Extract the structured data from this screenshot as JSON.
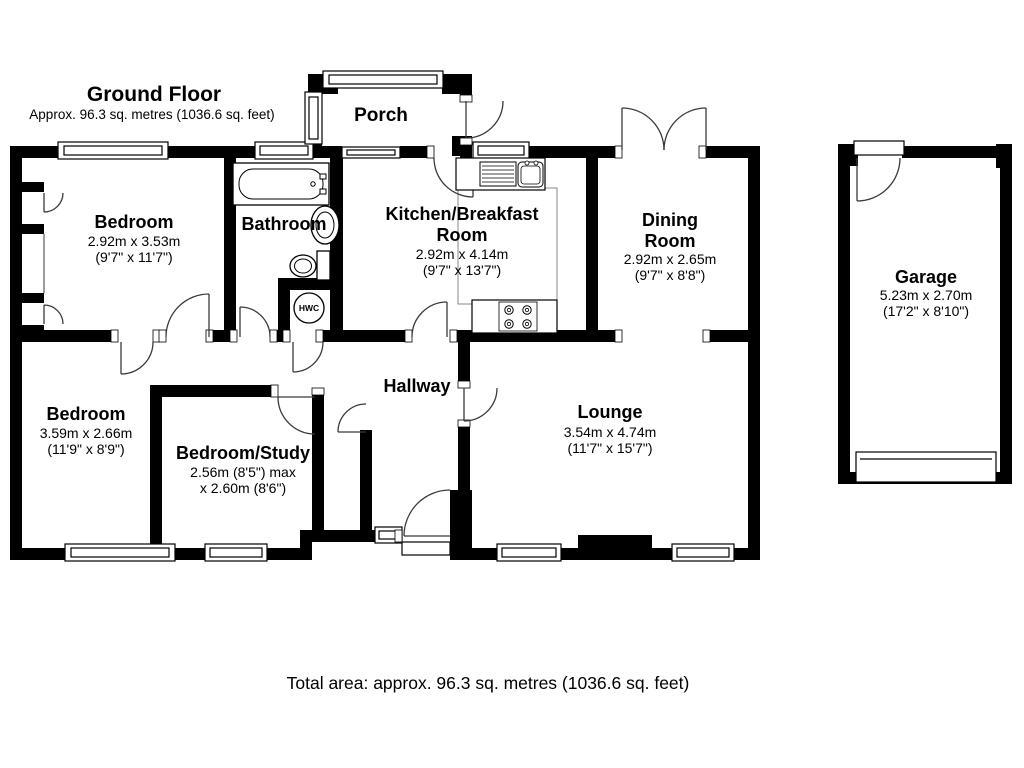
{
  "header": {
    "title": "Ground Floor",
    "subtitle": "Approx. 96.3 sq. metres (1036.6 sq. feet)"
  },
  "footer": {
    "total_area": "Total area: approx. 96.3 sq. metres (1036.6 sq. feet)"
  },
  "rooms": {
    "bedroom1": {
      "name": "Bedroom",
      "metric": "2.92m x 3.53m",
      "imperial": "(9'7\" x 11'7\")"
    },
    "bathroom": {
      "name": "Bathroom"
    },
    "kitchen": {
      "name_line1": "Kitchen/Breakfast",
      "name_line2": "Room",
      "metric": "2.92m x 4.14m",
      "imperial": "(9'7\" x 13'7\")"
    },
    "dining": {
      "name_line1": "Dining",
      "name_line2": "Room",
      "metric": "2.92m x 2.65m",
      "imperial": "(9'7\" x 8'8\")"
    },
    "porch": {
      "name": "Porch"
    },
    "hallway": {
      "name": "Hallway"
    },
    "bedroom2": {
      "name": "Bedroom",
      "metric": "3.59m x 2.66m",
      "imperial": "(11'9\" x 8'9\")"
    },
    "study": {
      "name": "Bedroom/Study",
      "metric_line1": "2.56m (8'5\") max",
      "metric_line2": "x 2.60m (8'6\")"
    },
    "lounge": {
      "name": "Lounge",
      "metric": "3.54m x 4.74m",
      "imperial": "(11'7\" x 15'7\")"
    },
    "garage": {
      "name": "Garage",
      "metric": "5.23m x 2.70m",
      "imperial": "(17'2\" x 8'10\")"
    }
  },
  "fixtures": {
    "hot_water_cylinder_label": "HWC"
  },
  "colors": {
    "wall": "#000000",
    "floor": "#ffffff",
    "door_line": "#3a3a3a",
    "unit_line": "#8a8a8a"
  }
}
